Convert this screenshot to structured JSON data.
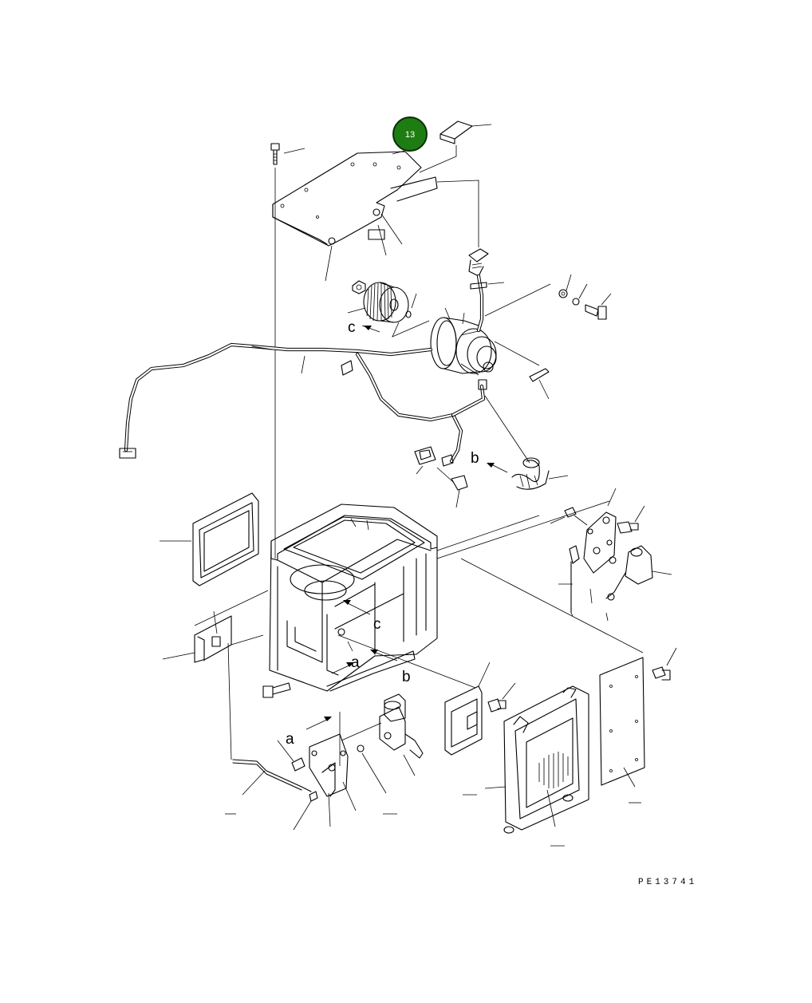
{
  "diagram": {
    "drawing_code": "PE13741",
    "callout_badge": {
      "number": "13",
      "color": "#1e7d12"
    },
    "arrow_labels": {
      "a": "a",
      "b": "b",
      "c": "c"
    }
  }
}
